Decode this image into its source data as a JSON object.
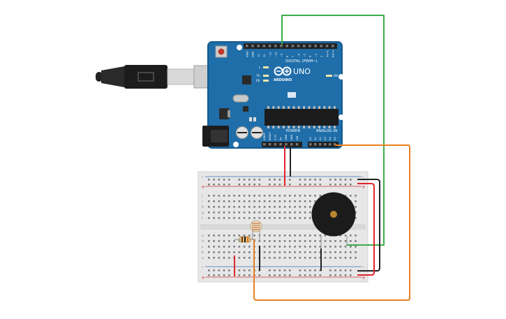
{
  "arduino": {
    "brand": "ARDUINO",
    "model": "UNO",
    "digital_header_label": "DIGITAL (PWM~)",
    "power_label": "POWER",
    "analog_label": "ANALOG IN",
    "on_led_label": "ON",
    "tx_label": "TX",
    "rx_label": "RX",
    "l_label": "L",
    "digital_pin_labels": [
      "AREF",
      "GND",
      "13",
      "12",
      "~11",
      "~10",
      "~9",
      "8",
      "7",
      "~6",
      "~5",
      "4",
      "~3",
      "2",
      "TX→1",
      "RX←0"
    ],
    "power_pin_labels": [
      "IOREF",
      "RESET",
      "3.3V",
      "5V",
      "GND",
      "GND",
      "VIN"
    ],
    "analog_pin_labels": [
      "A0",
      "A1",
      "A2",
      "A3",
      "A4",
      "A5"
    ]
  },
  "breadboard": {
    "row_letters_top": [
      "j",
      "i",
      "h",
      "g",
      "f"
    ],
    "row_letters_bottom": [
      "e",
      "d",
      "c",
      "b",
      "a"
    ],
    "rail_plus": "+",
    "rail_minus": "-"
  },
  "colors": {
    "board": "#1f6ea9",
    "board_edge": "#175a8c",
    "wire_red": "#e0262a",
    "wire_black": "#222222",
    "wire_green": "#3aae49",
    "wire_orange": "#e8801f",
    "breadboard": "#e7e7e7",
    "buzzer": "#1b1b1b",
    "buzzer_center": "#b8862f"
  }
}
